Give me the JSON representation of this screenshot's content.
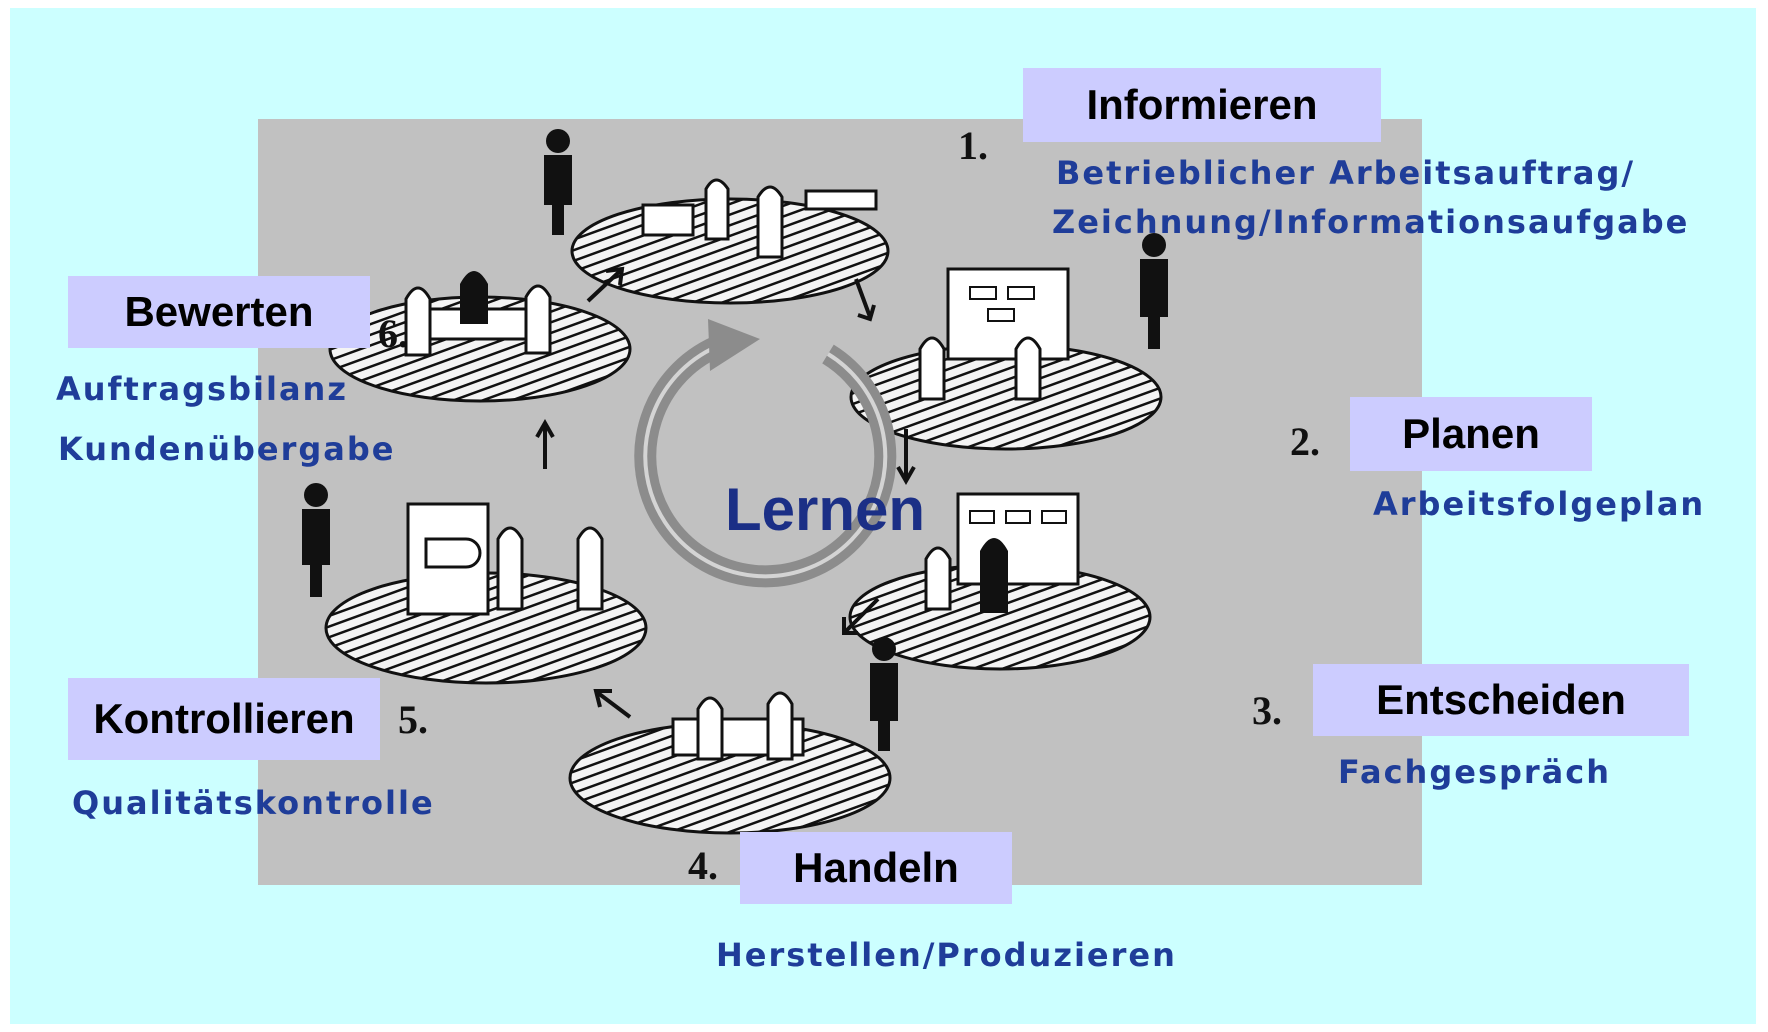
{
  "center": {
    "label": "Lernen"
  },
  "steps": [
    {
      "number": "1.",
      "title": "Informieren",
      "descriptions": [
        "Betrieblicher Arbeitsauftrag/",
        "Zeichnung/Informationsaufgabe"
      ]
    },
    {
      "number": "2.",
      "title": "Planen",
      "descriptions": [
        "Arbeitsfolgeplan"
      ]
    },
    {
      "number": "3.",
      "title": "Entscheiden",
      "descriptions": [
        "Fachgespräch"
      ]
    },
    {
      "number": "4.",
      "title": "Handeln",
      "descriptions": [
        "Herstellen/Produzieren"
      ]
    },
    {
      "number": "5.",
      "title": "Kontrollieren",
      "descriptions": [
        "Qualitätskontrolle"
      ]
    },
    {
      "number": "6.",
      "title": "Bewerten",
      "descriptions": [
        "Auftragsbilanz",
        "Kundenübergabe"
      ]
    }
  ],
  "colors": {
    "background": "#ccffff",
    "photo": "#c1c1c1",
    "box": "#ccccff",
    "description": "#1f3d99",
    "center": "#1b2f86"
  }
}
